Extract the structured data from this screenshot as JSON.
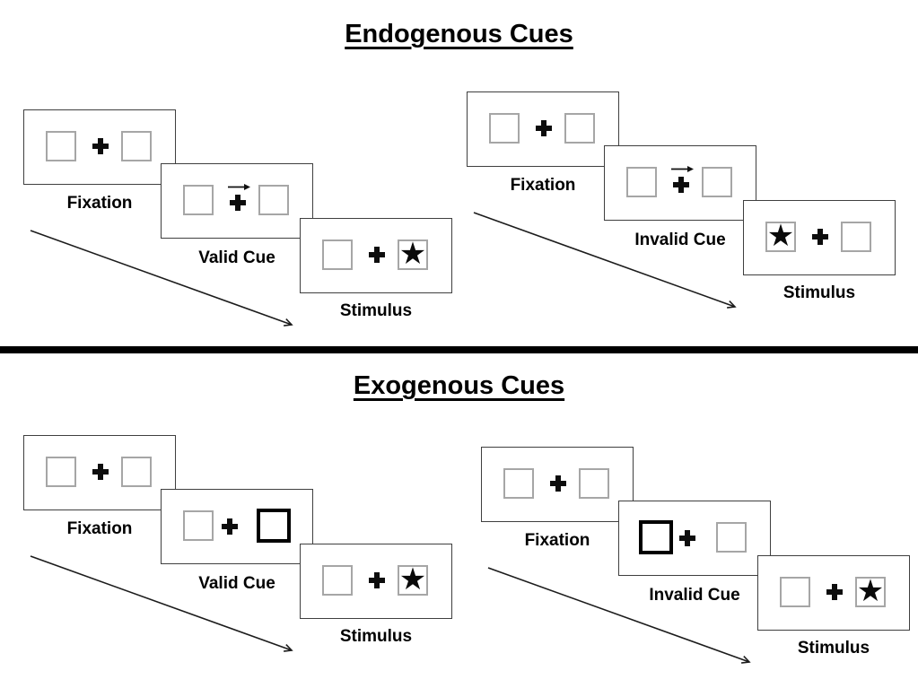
{
  "titles_note": "two experiment sections divided by a horizontal rule",
  "glyphs": {
    "star": "★"
  },
  "colors": {
    "background": "#ffffff",
    "card_border": "#3f3f3f",
    "placeholder_box_border": "#a6a6a6",
    "ink": "#000000"
  },
  "sections": [
    {
      "name": "Endogenous Cues",
      "panels": [
        {
          "condition": "valid",
          "cue_type": "central-arrow-pointing-right",
          "cards": [
            {
              "label": "Fixation",
              "type": "fixation"
            },
            {
              "label": "Valid Cue",
              "type": "arrow-cue",
              "cue": "arrow-right-above-fixation-cross"
            },
            {
              "label": "Stimulus",
              "type": "stimulus",
              "star_position": "right"
            }
          ]
        },
        {
          "condition": "invalid",
          "cue_type": "central-arrow-pointing-right",
          "cards": [
            {
              "label": "Fixation",
              "type": "fixation"
            },
            {
              "label": "Invalid Cue",
              "type": "arrow-cue",
              "cue": "arrow-right-above-fixation-cross"
            },
            {
              "label": "Stimulus",
              "type": "stimulus",
              "star_position": "left"
            }
          ]
        }
      ]
    },
    {
      "name": "Exogenous Cues",
      "panels": [
        {
          "condition": "valid",
          "cue_type": "peripheral-bold-box",
          "cards": [
            {
              "label": "Fixation",
              "type": "fixation"
            },
            {
              "label": "Valid Cue",
              "type": "box-cue",
              "cue": "bold-box-right"
            },
            {
              "label": "Stimulus",
              "type": "stimulus",
              "star_position": "right"
            }
          ]
        },
        {
          "condition": "invalid",
          "cue_type": "peripheral-bold-box",
          "cards": [
            {
              "label": "Fixation",
              "type": "fixation"
            },
            {
              "label": "Invalid Cue",
              "type": "box-cue",
              "cue": "bold-box-left"
            },
            {
              "label": "Stimulus",
              "type": "stimulus",
              "star_position": "right"
            }
          ]
        }
      ]
    }
  ]
}
